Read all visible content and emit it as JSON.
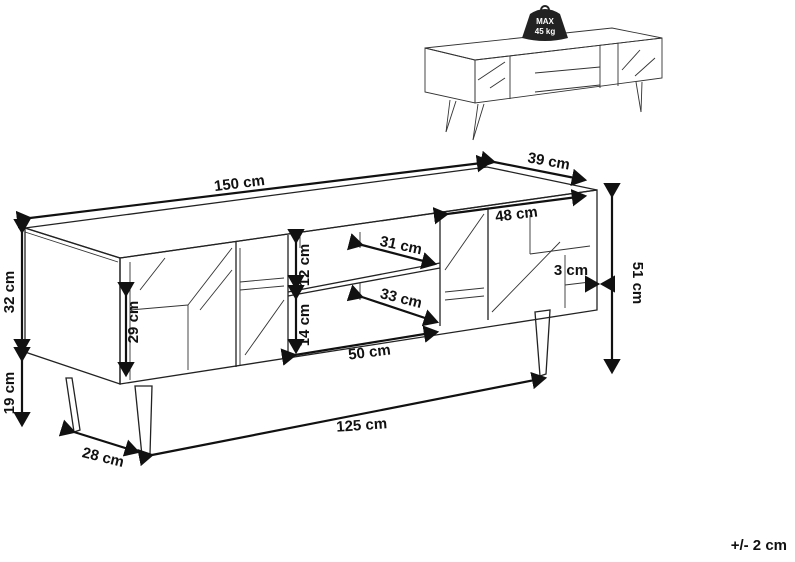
{
  "dimensions": {
    "width": "150 cm",
    "depth": "39 cm",
    "inner_width": "48 cm",
    "shelf_depth_top": "31 cm",
    "shelf_depth_bottom": "33 cm",
    "compartment_top_height": "12 cm",
    "compartment_bottom_height": "14 cm",
    "compartment_width": "50 cm",
    "door_height": "29 cm",
    "body_height": "32 cm",
    "total_height": "51 cm",
    "leg_height": "19 cm",
    "leg_spacing": "125 cm",
    "leg_depth": "28 cm",
    "top_thickness": "3 cm"
  },
  "weight_badge": {
    "line1": "MAX",
    "line2": "45 kg"
  },
  "tolerance": "+/- 2 cm"
}
